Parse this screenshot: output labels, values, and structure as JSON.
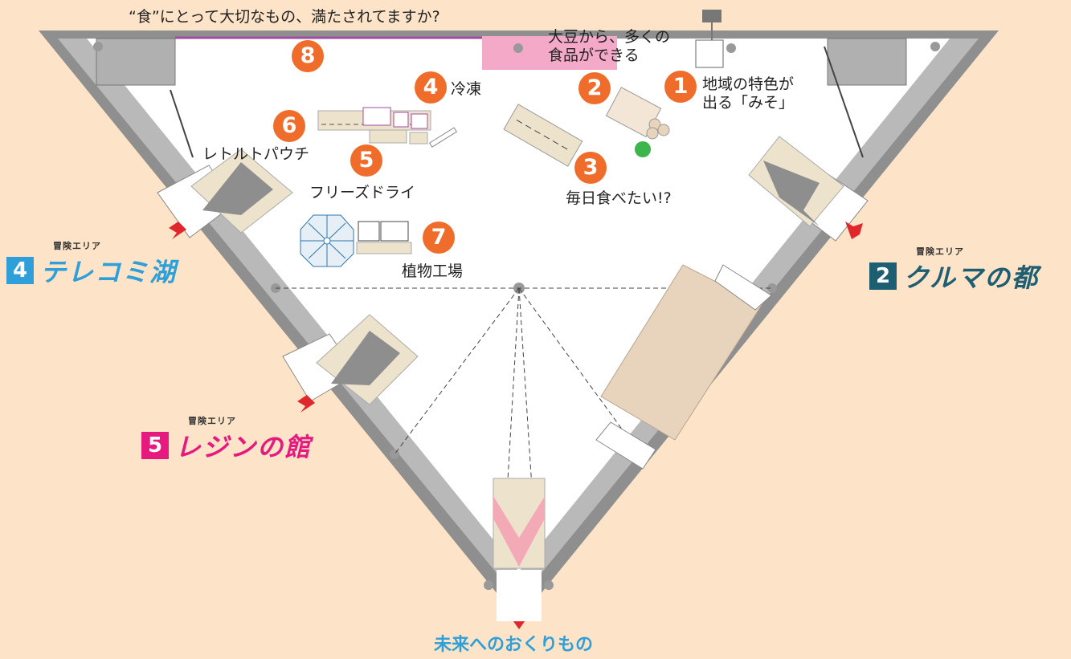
{
  "title": "“食”にとって大切なもの、満たされてますか?",
  "exhibits": [
    {
      "number": "1",
      "label": "地域の特色が\n出る「みそ」"
    },
    {
      "number": "2",
      "label": "大豆から、多くの\n食品ができる"
    },
    {
      "number": "3",
      "label": "毎日食べたい!?"
    },
    {
      "number": "4",
      "label": "冷凍"
    },
    {
      "number": "5",
      "label": "フリーズドライ"
    },
    {
      "number": "6",
      "label": "レトルトパウチ"
    },
    {
      "number": "7",
      "label": "植物工場"
    },
    {
      "number": "8",
      "label": ""
    }
  ],
  "zones": {
    "telecom": {
      "caption": "冒険エリア",
      "number": "4",
      "name": "テレコミ湖",
      "color": "#2e9fd8"
    },
    "kuruma": {
      "caption": "冒険エリア",
      "number": "2",
      "name": "クルマの都",
      "color": "#1e5e72"
    },
    "resin": {
      "caption": "冒険エリア",
      "number": "5",
      "name": "レジンの館",
      "color": "#e6197f"
    }
  },
  "exit_label": "未来へのおくりもの",
  "colors": {
    "background": "#fde4c8",
    "wall": "#9a9a9a",
    "badge": "#ef6c2a",
    "arrow": "#e0272b",
    "counter": "#ede3cc",
    "pink": "#f4a9b6"
  },
  "icons": [
    "exit-arrow-icon",
    "pillar-icon",
    "flag-garland-icon",
    "plant-icon"
  ]
}
